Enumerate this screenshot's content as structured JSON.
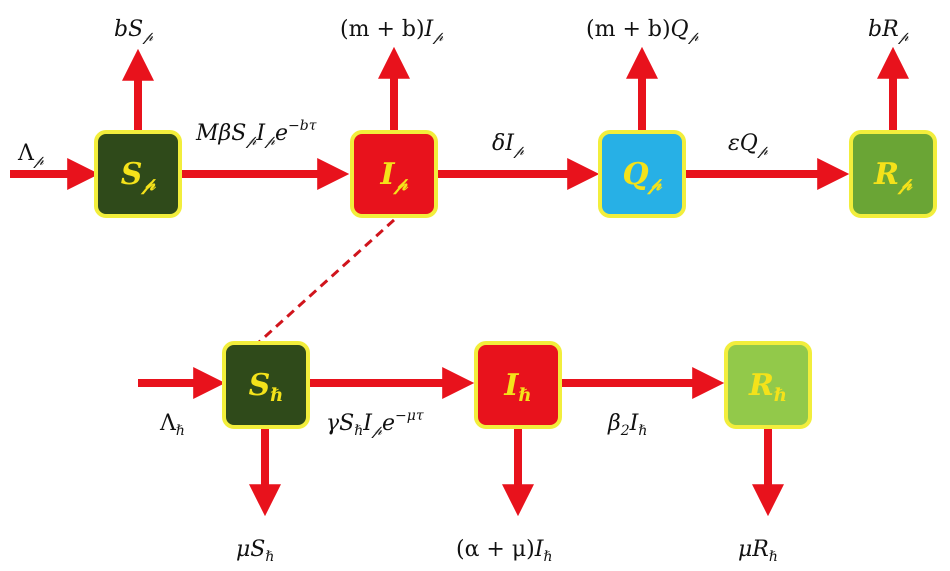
{
  "colors": {
    "arrow": "#e8121c",
    "box_border": "#f2ee3c",
    "label_text": "#f4e21a",
    "dashed": "#d0141c",
    "S_fill": "#2f4a1a",
    "I_fill": "#e8121c",
    "Q_fill": "#27b0e6",
    "R_p_fill": "#6aa535",
    "R_h_fill": "#92c94a"
  },
  "boxes": {
    "S_p": {
      "main": "S",
      "sub": "𝓅"
    },
    "I_p": {
      "main": "I",
      "sub": "𝓅"
    },
    "Q_p": {
      "main": "Q",
      "sub": "𝓅"
    },
    "R_p": {
      "main": "R",
      "sub": "𝓅"
    },
    "S_h": {
      "main": "S",
      "sub": "ℏ"
    },
    "I_h": {
      "main": "I",
      "sub": "ℏ"
    },
    "R_h": {
      "main": "R",
      "sub": "ℏ"
    }
  },
  "labels": {
    "lambda_p": {
      "base": "Λ",
      "sub": "𝓅"
    },
    "lambda_h": {
      "base": "Λ",
      "sub": "ℏ"
    },
    "bS_p": {
      "base": "bS",
      "sub": "𝓅"
    },
    "mbI_p": {
      "pre": "(m + b)",
      "base": "I",
      "sub": "𝓅"
    },
    "mbQ_p": {
      "pre": "(m + b)",
      "base": "Q",
      "sub": "𝓅"
    },
    "bR_p": {
      "base": "bR",
      "sub": "𝓅"
    },
    "infection_p": {
      "a": "MβS",
      "a_sub": "𝓅",
      "b": "I",
      "b_sub": "𝓅",
      "c": "e",
      "sup": "−bτ"
    },
    "delta": {
      "base": "δI",
      "sub": "𝓅"
    },
    "epsilon": {
      "base": "εQ",
      "sub": "𝓅"
    },
    "infection_h": {
      "a": "γS",
      "a_sub": "ℏ",
      "b": "I",
      "b_sub": "𝓅",
      "c": "e",
      "sup": "−μτ"
    },
    "beta2": {
      "a": "β",
      "a_sub": "2",
      "b": "I",
      "b_sub": "ℏ"
    },
    "muS_h": {
      "base": "μS",
      "sub": "ℏ"
    },
    "amuI_h": {
      "pre": "(α + μ)",
      "base": "I",
      "sub": "ℏ"
    },
    "muR_h": {
      "base": "μR",
      "sub": "ℏ"
    }
  }
}
